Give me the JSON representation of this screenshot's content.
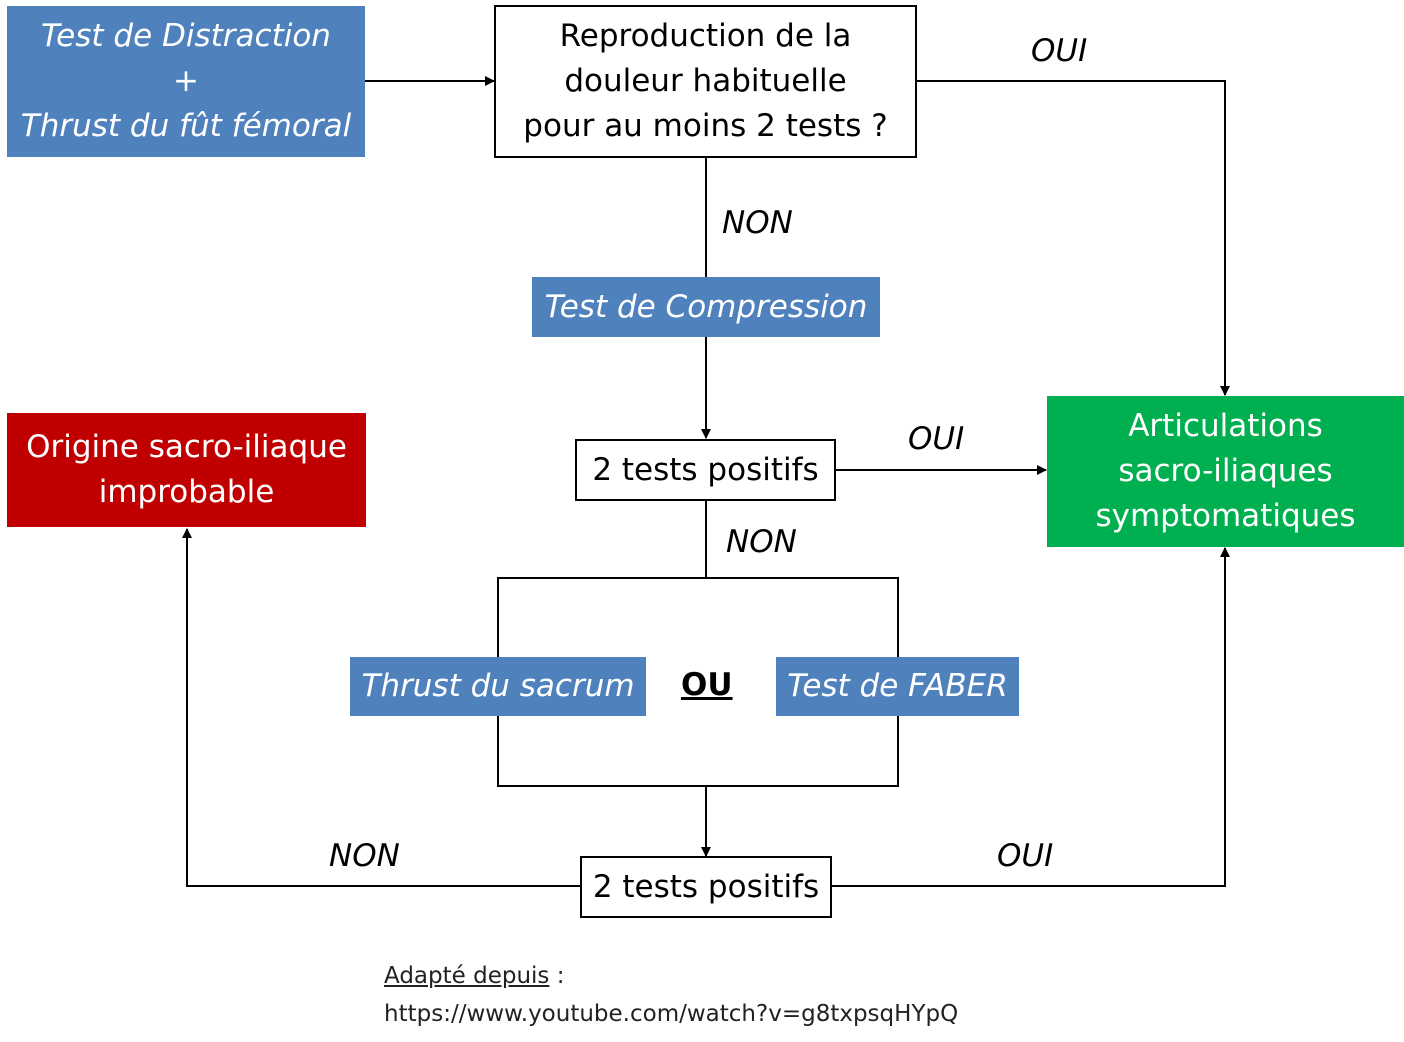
{
  "start": {
    "line1": "Test de Distraction",
    "line2": "+",
    "line3": "Thrust du fût fémoral"
  },
  "question": {
    "line1": "Reproduction de la",
    "line2": "douleur habituelle",
    "line3": "pour au moins 2 tests ?"
  },
  "compression": "Test de Compression",
  "decision1": "2 tests positifs",
  "decision2": "2 tests positifs",
  "thrust_sacrum": "Thrust du sacrum",
  "or_label": "OU",
  "faber": "Test de FABER",
  "negative_result": {
    "line1": "Origine sacro-iliaque",
    "line2": "improbable"
  },
  "positive_result": {
    "line1": "Articulations",
    "line2": "sacro-iliaques",
    "line3": "symptomatiques"
  },
  "labels": {
    "oui_top": "OUI",
    "non_1": "NON",
    "oui_mid": "OUI",
    "non_2": "NON",
    "non_bottom": "NON",
    "oui_bottom": "OUI"
  },
  "source": {
    "heading": "Adapté depuis",
    "colon": " :",
    "url": "https://www.youtube.com/watch?v=g8txpsqHYpQ"
  },
  "colors": {
    "test_box": "#4F81BD",
    "negative": "#C00000",
    "positive": "#00B050",
    "line": "#000000"
  }
}
